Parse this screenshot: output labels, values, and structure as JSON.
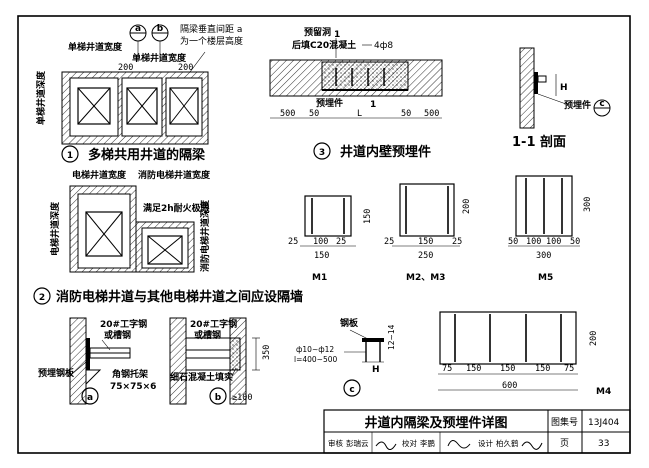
{
  "drawing_title": "井道内隔梁及预埋件详图",
  "title_block": {
    "atlas_no_label": "图集号",
    "atlas_no": "13J404",
    "page_label": "页",
    "page_no": "33",
    "review_label": "审核",
    "review_name": "彭瑞云",
    "check_label": "校对",
    "check_name": "李鹏",
    "design_label": "设计",
    "design_name": "柏久鹤"
  },
  "section1": {
    "num": "1",
    "title": "多梯共用井道的隔梁",
    "callouts": [
      "a",
      "b"
    ],
    "note_line1": "隔梁垂直间距 a",
    "note_line2": "为一个楼层高度",
    "width_label": "单梯井道宽度",
    "depth_label": "单梯井道深度",
    "dim_200a": "200",
    "dim_200b": "200"
  },
  "section2": {
    "num": "2",
    "title": "消防电梯井道与其他电梯井道之间应设隔墙",
    "width_label_a": "电梯井道宽度",
    "width_label_b": "消防电梯井道宽度",
    "wall_note": "满足2h耐火极限",
    "depth_label_a": "电梯井道深度",
    "depth_label_b": "消防电梯井道深度"
  },
  "detail_a": {
    "tag": "a",
    "beam_line1": "20#工字钢",
    "beam_line2": "或槽钢",
    "plate_label": "预埋钢板",
    "angle_line1": "角钢托架",
    "angle_line2": "75×75×6"
  },
  "detail_b": {
    "tag": "b",
    "beam_line1": "20#工字钢",
    "beam_line2": "或槽钢",
    "fill_note": "细石混凝土填实",
    "dim_350": "350",
    "dim_100": "≥100"
  },
  "detail_c": {
    "tag": "c",
    "plate_label": "钢板",
    "bar_line1": "ф10~ф12",
    "bar_line2": "l=400~500",
    "dim_thk": "12~14",
    "dim_h": "H"
  },
  "section3": {
    "num": "3",
    "title": "井道内壁预埋件",
    "reserved_hole": "预留洞",
    "backfill": "后填C20混凝土",
    "rebar": "4ф8",
    "embed_label": "预埋件",
    "section_mark": "1",
    "dims": [
      "500",
      "50",
      "L",
      "50",
      "500"
    ]
  },
  "section_1_1": {
    "title": "1-1 剖面",
    "embed_label": "预埋件",
    "callout": "c",
    "dim_h": "H"
  },
  "plates": {
    "M1": {
      "label": "M1",
      "dims": [
        "25",
        "100",
        "25"
      ],
      "total": "150",
      "height": "150"
    },
    "M2": {
      "label": "M2、M3",
      "dims": [
        "25",
        "150",
        "25"
      ],
      "total": "250",
      "height": "200"
    },
    "M5": {
      "label": "M5",
      "dims": [
        "50",
        "100",
        "100",
        "50"
      ],
      "total": "300",
      "height": "300"
    },
    "M4": {
      "label": "M4",
      "dims": [
        "75",
        "150",
        "150",
        "150",
        "75"
      ],
      "total": "600",
      "height": "200"
    }
  }
}
